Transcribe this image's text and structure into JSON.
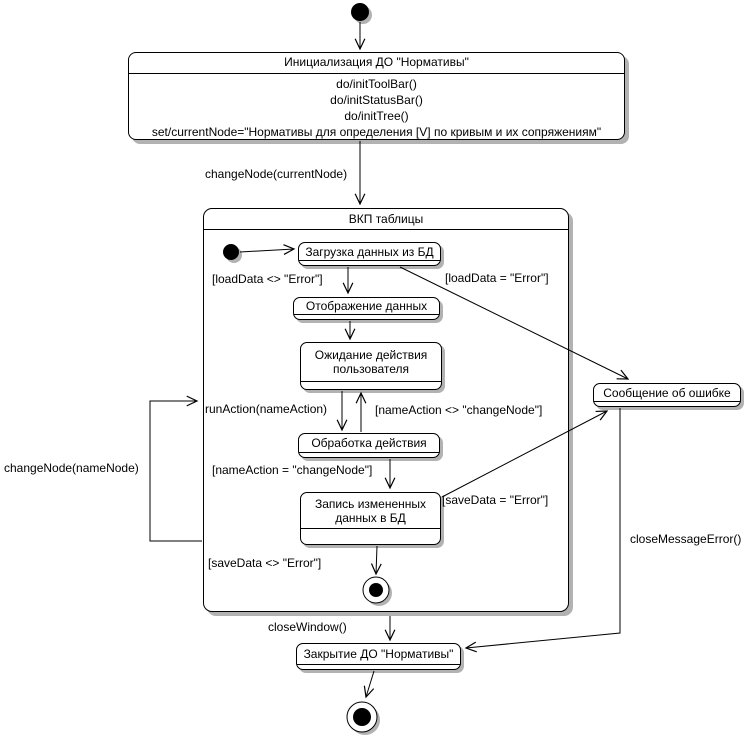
{
  "diagram": {
    "init_state": {
      "title": "Инициализация ДО \"Нормативы\"",
      "actions": [
        "do/initToolBar()",
        "do/initStatusBar()",
        "do/initTree()",
        "set/currentNode=\"Нормативы для определения [V] по кривым и их сопряжениям\""
      ]
    },
    "composite_state": {
      "title": "ВКП таблицы"
    },
    "states": {
      "load_data": "Загрузка данных из БД",
      "display_data": "Отображение данных",
      "wait_user": "Ожидание действия пользователя",
      "process_action": "Обработка действия",
      "save_data": "Запись измененных данных в БД",
      "error_message": "Сообщение об ошибке",
      "close_do": "Закрытие ДО \"Нормативы\""
    },
    "transitions": {
      "change_node_current": "changeNode(currentNode)",
      "load_ok": "[loadData <> \"Error\"]",
      "load_error": "[loadData = \"Error\"]",
      "run_action": "runAction(nameAction)",
      "name_action_neq": "[nameAction <> \"changeNode\"]",
      "name_action_eq": "[nameAction = \"changeNode\"]",
      "save_error": "[saveData = \"Error\"]",
      "save_ok": "[saveData <> \"Error\"]",
      "change_node_name": "changeNode(nameNode)",
      "close_message_error": "closeMessageError()",
      "close_window": "closeWindow()"
    },
    "colors": {
      "line": "#000000",
      "fill": "#ffffff",
      "shadow": "#b2b2b2"
    }
  }
}
